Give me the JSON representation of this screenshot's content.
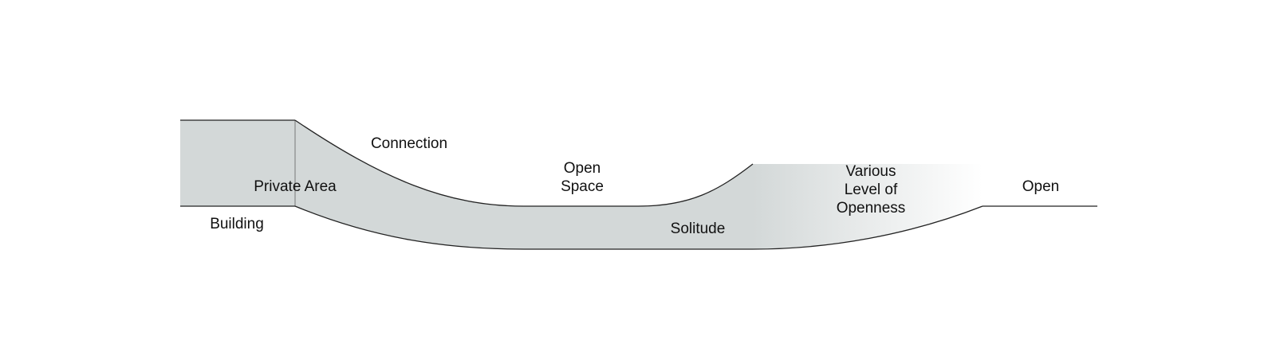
{
  "labels": {
    "building": "Building",
    "private_area": "Private Area",
    "connection": "Connection",
    "open_space": "Open\nSpace",
    "solitude": "Solitude",
    "various_openness": "Various\nLevel of\nOpenness",
    "open": "Open"
  },
  "colors": {
    "fill": "#d3d8d8",
    "stroke": "#222222",
    "divider": "#777777",
    "background": "#ffffff"
  }
}
